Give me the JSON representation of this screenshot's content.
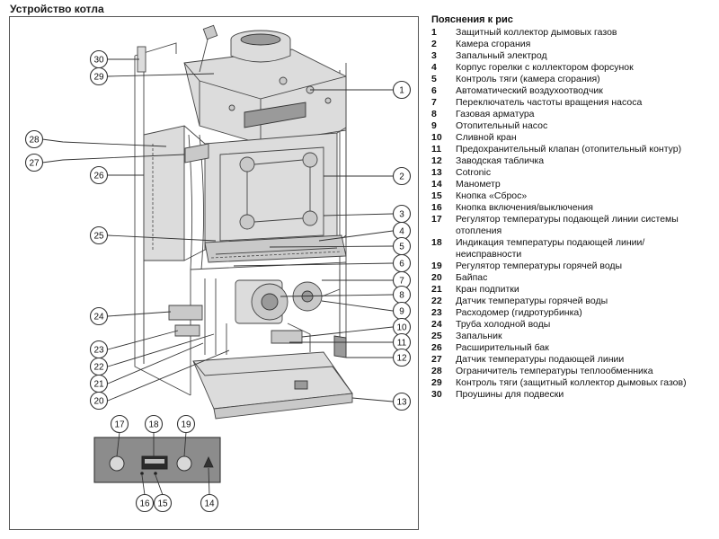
{
  "page_title": "Устройство котла",
  "legend": {
    "title": "Пояснения к рис",
    "items": [
      {
        "num": "1",
        "text": "Защитный коллектор дымовых газов"
      },
      {
        "num": "2",
        "text": "Камера сгорания"
      },
      {
        "num": "3",
        "text": "Запальный электрод"
      },
      {
        "num": "4",
        "text": "Корпус горелки с коллектором форсунок"
      },
      {
        "num": "5",
        "text": "Контроль тяги (камера сгорания)"
      },
      {
        "num": "6",
        "text": "Автоматический воздухоотводчик"
      },
      {
        "num": "7",
        "text": "Переключатель частоты вращения насоса"
      },
      {
        "num": "8",
        "text": "Газовая арматура"
      },
      {
        "num": "9",
        "text": "Отопительный насос"
      },
      {
        "num": "10",
        "text": "Сливной кран"
      },
      {
        "num": "11",
        "text": "Предохранительный клапан (отопительный контур)"
      },
      {
        "num": "12",
        "text": "Заводская табличка"
      },
      {
        "num": "13",
        "text": "Cotronic"
      },
      {
        "num": "14",
        "text": "Манометр"
      },
      {
        "num": "15",
        "text": "Кнопка «Сброс»"
      },
      {
        "num": "16",
        "text": "Кнопка включения/выключения"
      },
      {
        "num": "17",
        "text": "Регулятор температуры подающей линии системы отопления"
      },
      {
        "num": "18",
        "text": "Индикация температуры подающей линии/ неисправности"
      },
      {
        "num": "19",
        "text": "Регулятор температуры горячей воды"
      },
      {
        "num": "20",
        "text": "Байпас"
      },
      {
        "num": "21",
        "text": "Кран подпитки"
      },
      {
        "num": "22",
        "text": "Датчик температуры горячей воды"
      },
      {
        "num": "23",
        "text": "Расходомер (гидротурбинка)"
      },
      {
        "num": "24",
        "text": "Труба холодной воды"
      },
      {
        "num": "25",
        "text": "Запальник"
      },
      {
        "num": "26",
        "text": "Расширительный бак"
      },
      {
        "num": "27",
        "text": "Датчик температуры подающей линии"
      },
      {
        "num": "28",
        "text": "Ограничитель температуры теплообменника"
      },
      {
        "num": "29",
        "text": "Контроль тяги (защитный коллектор дымовых газов)"
      },
      {
        "num": "30",
        "text": "Проушины для подвески"
      }
    ]
  },
  "callouts": [
    "1",
    "2",
    "3",
    "4",
    "5",
    "6",
    "7",
    "8",
    "9",
    "10",
    "11",
    "12",
    "13",
    "14",
    "15",
    "16",
    "17",
    "18",
    "19",
    "20",
    "21",
    "22",
    "23",
    "24",
    "25",
    "26",
    "27",
    "28",
    "29",
    "30"
  ]
}
